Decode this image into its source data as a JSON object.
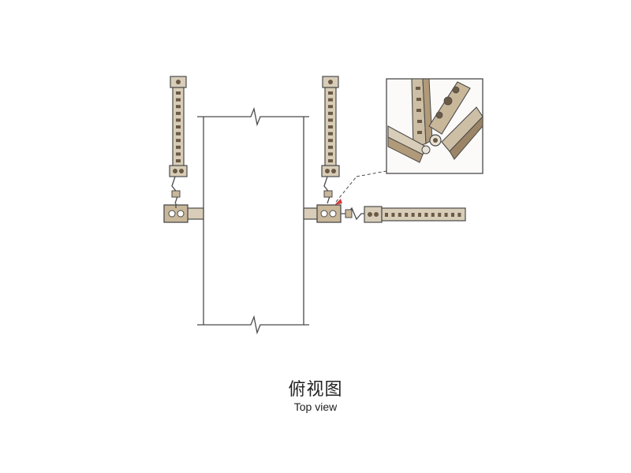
{
  "caption": {
    "title_cn": "俯视图",
    "title_en": "Top view"
  },
  "colors": {
    "line": "#4a4a4a",
    "bracket_fill": "#d8cdb8",
    "metal_fill": "#c9b79a",
    "hole_fill": "#6b5a45",
    "accent": "#d04040"
  },
  "diagram": {
    "description_items": [
      "column",
      "left-hanger",
      "right-hanger",
      "horizontal-brace",
      "detail-inset"
    ]
  }
}
